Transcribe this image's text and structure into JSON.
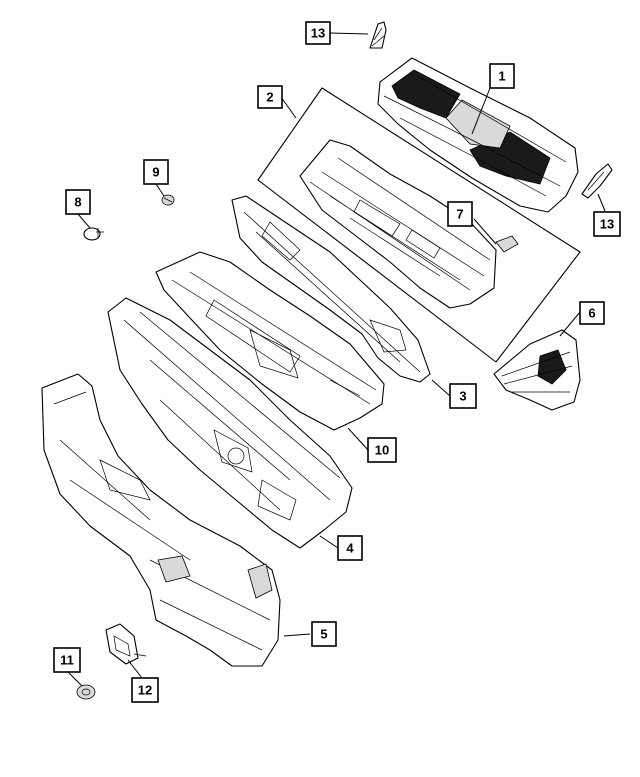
{
  "callouts": [
    {
      "id": "c13a",
      "label": "13"
    },
    {
      "id": "c1",
      "label": "1"
    },
    {
      "id": "c2",
      "label": "2"
    },
    {
      "id": "c9",
      "label": "9"
    },
    {
      "id": "c8",
      "label": "8"
    },
    {
      "id": "c7",
      "label": "7"
    },
    {
      "id": "c13b",
      "label": "13"
    },
    {
      "id": "c6",
      "label": "6"
    },
    {
      "id": "c3",
      "label": "3"
    },
    {
      "id": "c10",
      "label": "10"
    },
    {
      "id": "c4",
      "label": "4"
    },
    {
      "id": "c5",
      "label": "5"
    },
    {
      "id": "c11",
      "label": "11"
    },
    {
      "id": "c12",
      "label": "12"
    }
  ]
}
